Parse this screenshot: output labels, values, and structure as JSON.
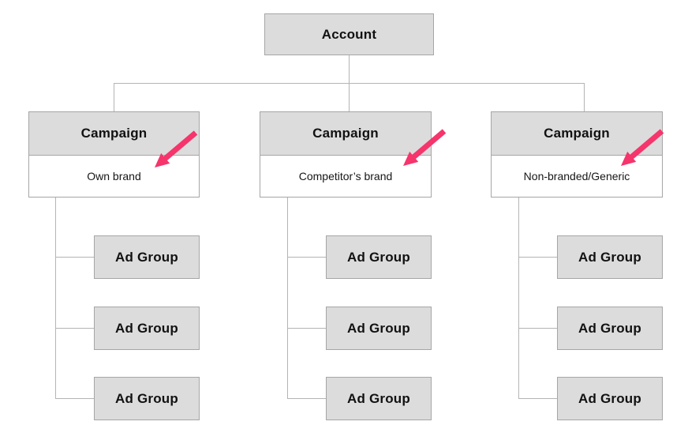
{
  "diagram": {
    "title_box": {
      "label": "Account"
    },
    "campaigns": [
      {
        "title": "Campaign",
        "subtitle": "Own brand"
      },
      {
        "title": "Campaign",
        "subtitle": "Competitor’s brand"
      },
      {
        "title": "Campaign",
        "subtitle": "Non-branded/Generic"
      }
    ],
    "labels": {
      "ad_group": "Ad Group"
    },
    "annotations": [
      {
        "icon": "arrow-pointer",
        "points_to": "Own brand"
      },
      {
        "icon": "arrow-pointer",
        "points_to": "Competitor’s brand"
      },
      {
        "icon": "arrow-pointer",
        "points_to": "Non-branded/Generic"
      }
    ],
    "colors": {
      "arrow": "#f5356b",
      "box_fill": "#dcdcdc",
      "box_border": "#a6a6a6",
      "connector": "#b4b4b4",
      "body_bg": "#ffffff",
      "text": "#111111"
    }
  }
}
